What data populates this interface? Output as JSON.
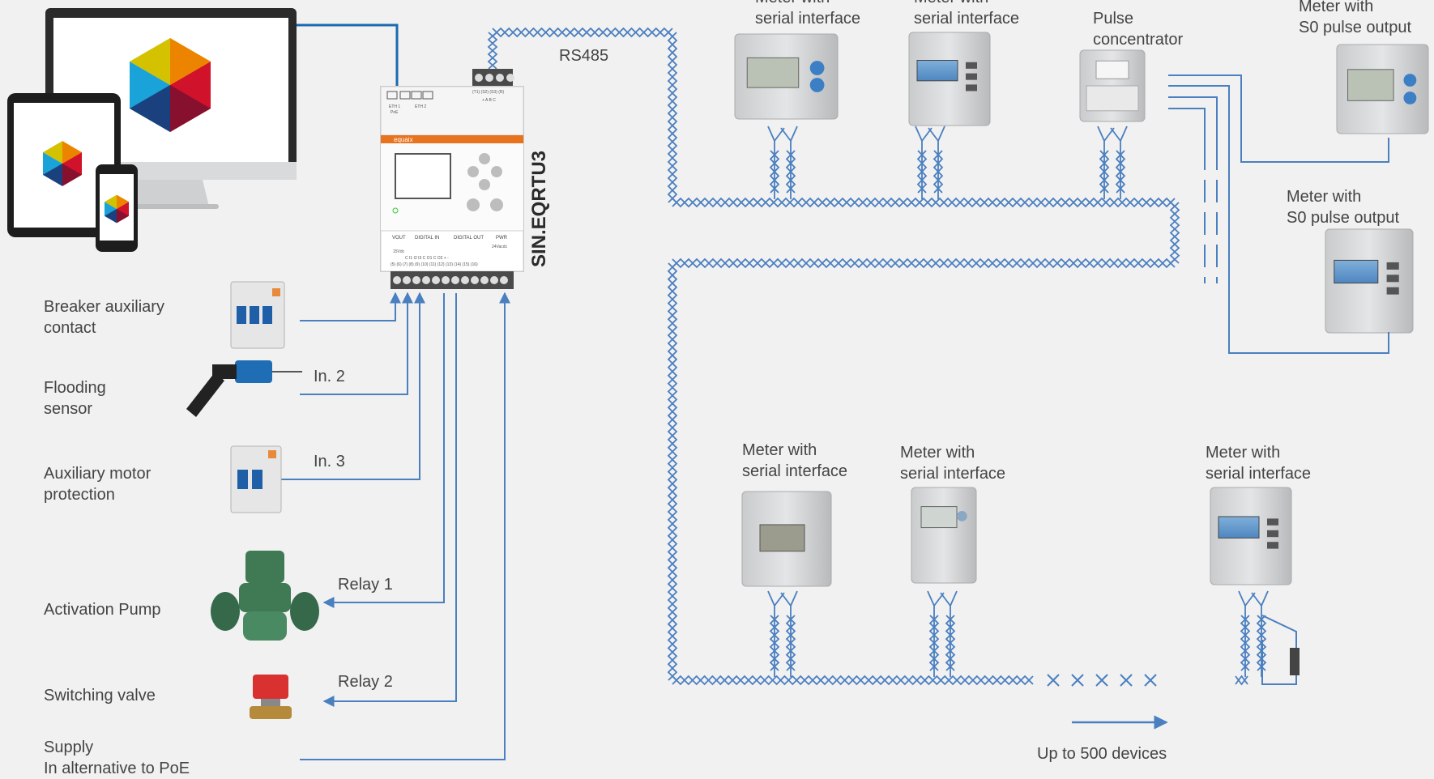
{
  "left_devices": [
    {
      "lines": [
        "Breaker auxiliary",
        "contact"
      ]
    },
    {
      "lines": [
        "Flooding",
        "sensor"
      ]
    },
    {
      "lines": [
        "Auxiliary motor",
        "protection"
      ]
    },
    {
      "lines": [
        "Activation Pump"
      ]
    },
    {
      "lines": [
        "Switching valve"
      ]
    },
    {
      "lines": [
        "Supply",
        "In alternative to PoE"
      ]
    }
  ],
  "io_labels": {
    "in2": "In. 2",
    "in3": "In. 3",
    "relay1": "Relay 1",
    "relay2": "Relay 2"
  },
  "bus_label": "RS485",
  "rtu": {
    "model": "SIN.EQRTU3",
    "brand": "equaix",
    "eth1": "ETH 1",
    "eth1_sub": "PoE",
    "eth2": "ETH 2",
    "top_terminals": "(T1) (S2) (S3) (R)",
    "top_terminals2": "+  A  B  C",
    "sections": [
      "VOUT",
      "DIGITAL IN",
      "DIGITAL OUT",
      "PWR"
    ],
    "vout": "15Vdc",
    "pwr": "24Vacdc",
    "pin_row": "C  I1  I2  I3  C  O1  C  O2  +  -",
    "pin_nums": "(5) (6) (7) (8) (9) (10) (11) (12) (13) (14) (15) (16)"
  },
  "top_meters": [
    {
      "lines": [
        "Meter with",
        "serial interface"
      ]
    },
    {
      "lines": [
        "Meter with",
        "serial interface"
      ]
    },
    {
      "lines": [
        "Pulse",
        "concentrator"
      ]
    },
    {
      "lines": [
        "Meter with",
        "S0 pulse output"
      ]
    },
    {
      "lines": [
        "Meter with",
        "S0 pulse output"
      ]
    }
  ],
  "bottom_meters": [
    {
      "lines": [
        "Meter with",
        "serial interface"
      ]
    },
    {
      "lines": [
        "Meter with",
        "serial interface"
      ]
    },
    {
      "lines": [
        "Meter with",
        "serial interface"
      ]
    }
  ],
  "devices_note": "Up to 500 devices",
  "colors": {
    "wire": "#4a7fc0",
    "eth": "#1a6ab0",
    "rtu_accent": "#e8731f",
    "background": "#f1f1f1"
  }
}
